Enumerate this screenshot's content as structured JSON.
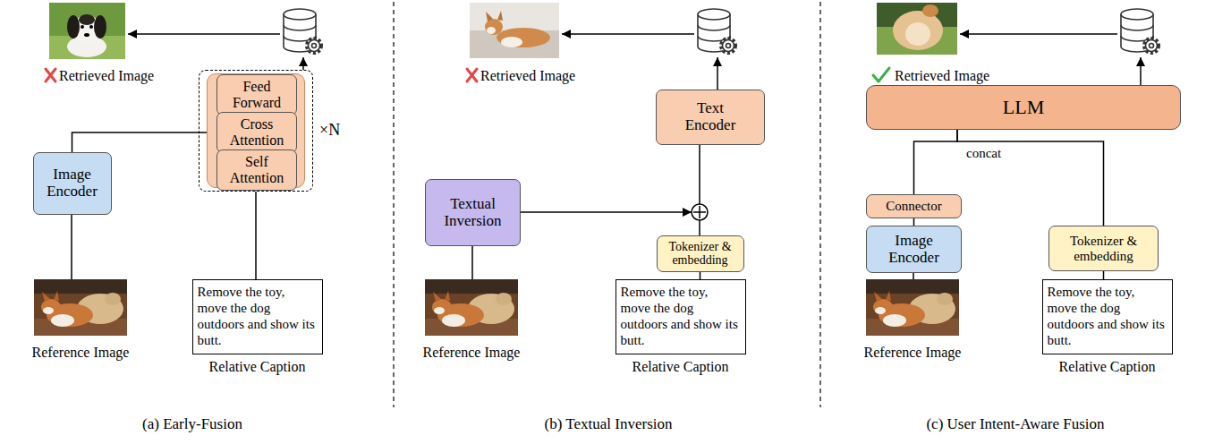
{
  "diagram": {
    "nodes": [
      {
        "text": [
          "×N"
        ]
      },
      {
        "text": [
          "Feed Forward"
        ],
        "in": 0
      },
      {
        "text": [
          "Cross Attention"
        ],
        "in": 0
      },
      {
        "text": [
          "Self Attention"
        ],
        "in": 0
      },
      {
        "text": [
          "Image Encoder"
        ]
      },
      {
        "text": [
          "Remove the toy, move the dog outdoors and show its butt.",
          "Relative Caption"
        ]
      },
      {
        "text": [
          "Text Encoder"
        ]
      },
      {
        "text": [
          "Textual Inversion"
        ]
      },
      {
        "text": [
          "Tokenizer & embedding"
        ]
      },
      {
        "text": [
          "Remove the toy, move the dog outdoors and show its butt.",
          "Relative Caption"
        ]
      },
      {
        "text": [
          "LLM"
        ]
      },
      {
        "text": [
          "Connector"
        ]
      },
      {
        "text": [
          "Image Encoder"
        ]
      },
      {
        "text": [
          "Tokenizer & embedding"
        ]
      },
      {
        "text": [
          "Remove the toy, move the dog outdoors and show its butt.",
          "Relative Caption"
        ]
      }
    ],
    "edges": [
      {
        "from": 4,
        "to": 2,
        "arrow": "to"
      },
      {
        "from": 5,
        "to": 0,
        "arrow": "none"
      },
      {
        "from": 9,
        "to": 8,
        "arrow": "none"
      },
      {
        "from": 14,
        "to": 13,
        "arrow": "none"
      },
      {
        "from": 12,
        "to": 11,
        "arrow": "none"
      },
      {
        "from": 11,
        "to": 10,
        "arrow": "none"
      },
      {
        "from": 13,
        "to": 10,
        "arrow": "none"
      }
    ],
    "labels": [
      "Retrieved Image",
      "Reference Image",
      "(a) Early-Fusion",
      "Retrieved Image",
      "Reference Image",
      "(b) Textual Inversion",
      "Retrieved Image",
      "concat",
      "Reference Image",
      "(c) User Intent-Aware Fusion"
    ]
  }
}
